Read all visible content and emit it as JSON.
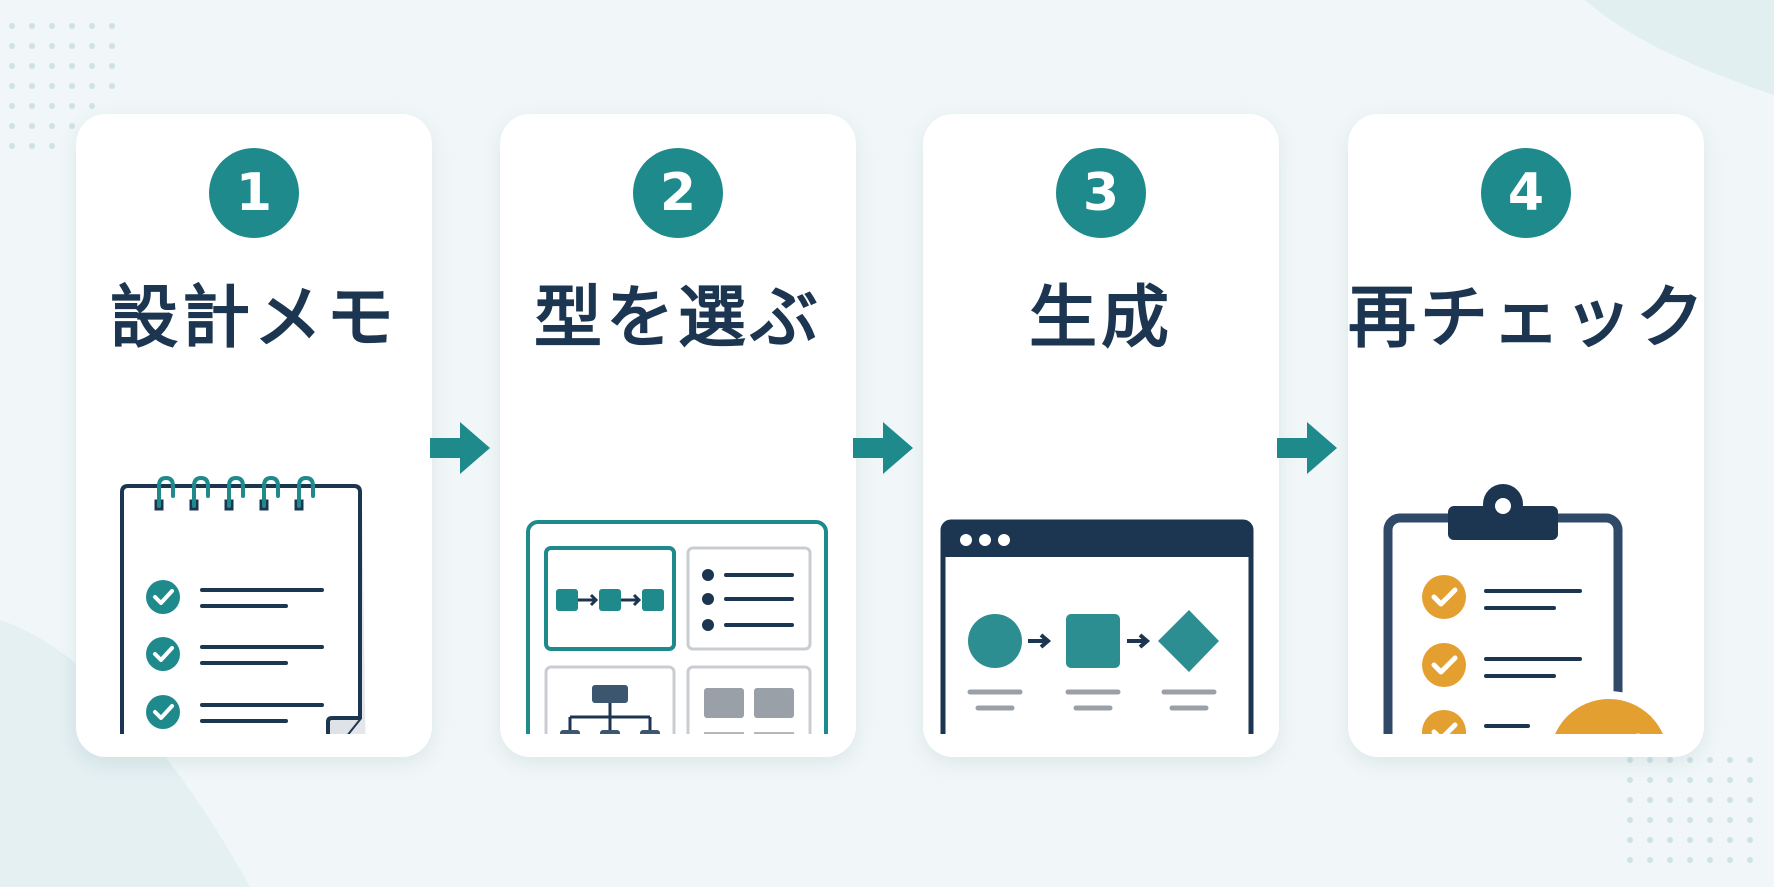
{
  "colors": {
    "teal": "#1f8a8c",
    "navy": "#1c3550",
    "orange": "#e3a030",
    "gray": "#a7adb3",
    "background": "#f1f7f8",
    "card": "#ffffff"
  },
  "steps": [
    {
      "number": "1",
      "title": "設計メモ",
      "icon": "notepad-checklist-icon"
    },
    {
      "number": "2",
      "title": "型を選ぶ",
      "icon": "template-grid-icon"
    },
    {
      "number": "3",
      "title": "生成",
      "icon": "monitor-diagram-icon"
    },
    {
      "number": "4",
      "title": "再チェック",
      "icon": "clipboard-check-icon"
    }
  ],
  "connector_icon": "arrow-right-icon"
}
